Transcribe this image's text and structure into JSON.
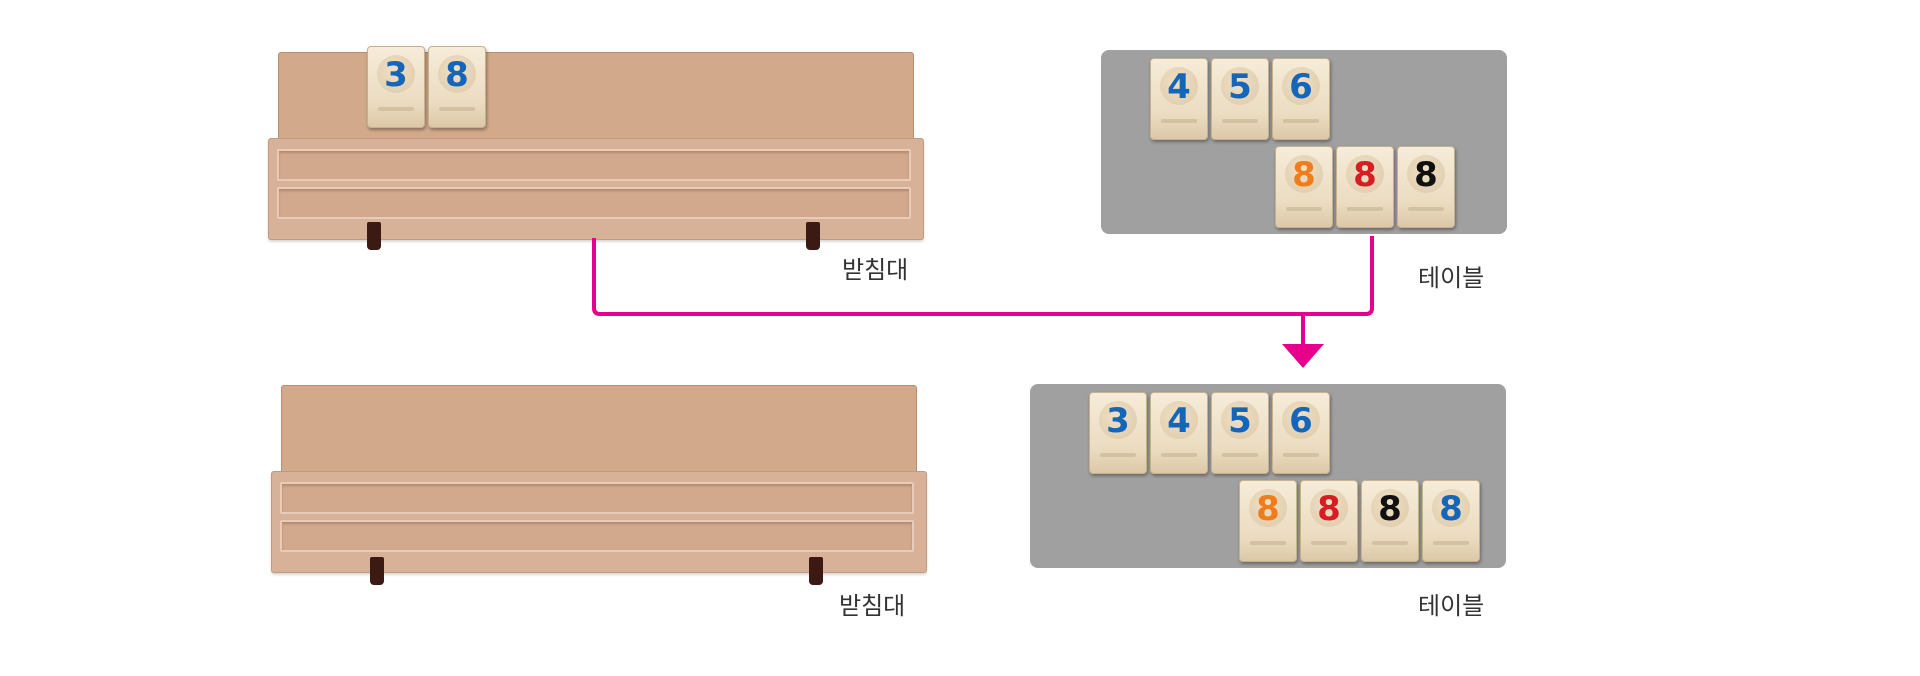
{
  "colors": {
    "blue": "#1565b8",
    "orange": "#f07c1c",
    "red": "#d81c24",
    "black": "#111111",
    "arrow": "#e6008c"
  },
  "labels": {
    "rack": "받침대",
    "table": "테이블"
  },
  "before": {
    "rack_tiles": [
      {
        "number": "3",
        "color": "blue"
      },
      {
        "number": "8",
        "color": "blue"
      }
    ],
    "table_row1": [
      {
        "number": "4",
        "color": "blue"
      },
      {
        "number": "5",
        "color": "blue"
      },
      {
        "number": "6",
        "color": "blue"
      }
    ],
    "table_row2": [
      {
        "number": "8",
        "color": "orange"
      },
      {
        "number": "8",
        "color": "red"
      },
      {
        "number": "8",
        "color": "black"
      }
    ]
  },
  "after": {
    "rack_tiles": [],
    "table_row1": [
      {
        "number": "3",
        "color": "blue"
      },
      {
        "number": "4",
        "color": "blue"
      },
      {
        "number": "5",
        "color": "blue"
      },
      {
        "number": "6",
        "color": "blue"
      }
    ],
    "table_row2": [
      {
        "number": "8",
        "color": "orange"
      },
      {
        "number": "8",
        "color": "red"
      },
      {
        "number": "8",
        "color": "black"
      },
      {
        "number": "8",
        "color": "blue"
      }
    ]
  }
}
